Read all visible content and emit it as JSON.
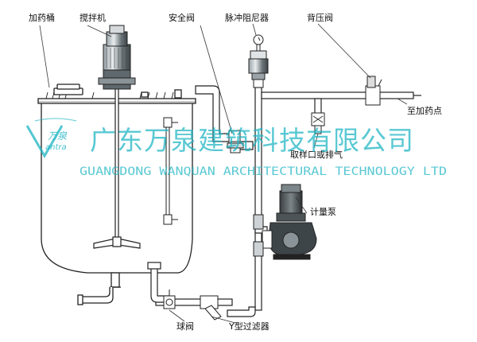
{
  "labels": {
    "dosing_tank": "加药桶",
    "agitator": "搅拌机",
    "safety_valve": "安全阀",
    "pulsation_damper": "脉冲阻尼器",
    "back_pressure_valve": "背压阀",
    "to_dosing_point": "至加药点",
    "sampling_exhaust": "取样口或排气",
    "metering_pump": "计量泵",
    "ball_valve": "球阀",
    "y_strainer": "Y型过滤器"
  },
  "watermark": {
    "logo_text": "万泉",
    "logo_sub": "antra",
    "company_cn": "广东万泉建筑科技有限公司",
    "company_en": "GUANGDONG WANQUAN ARCHITECTURAL TECHNOLOGY LTD"
  },
  "colors": {
    "line": "#222222",
    "watermark": "#19b3c2",
    "pipe_fill": "#ffffff"
  }
}
